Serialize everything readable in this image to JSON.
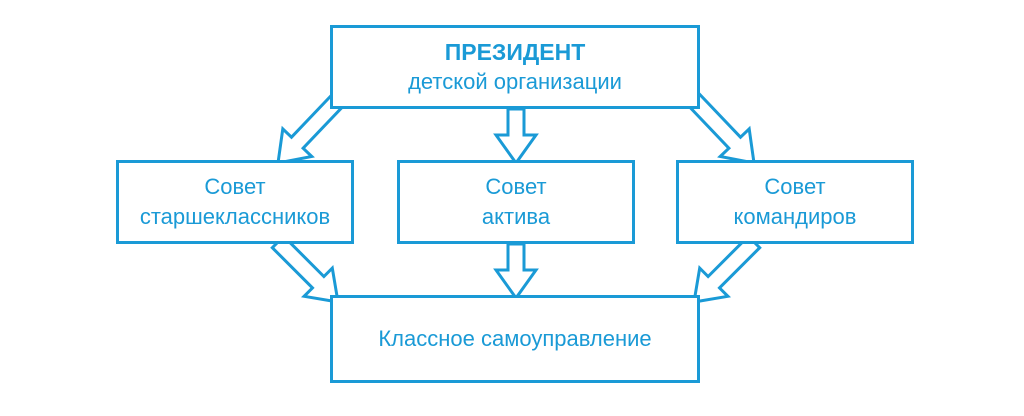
{
  "colors": {
    "accent": "#1a9ad6",
    "background": "#ffffff"
  },
  "nodes": {
    "president": {
      "line1": "ПРЕЗИДЕНТ",
      "line2": "детской организации"
    },
    "senior_council": {
      "line1": "Совет",
      "line2": "старшеклассников"
    },
    "active_council": {
      "line1": "Совет",
      "line2": "актива"
    },
    "commanders_council": {
      "line1": "Совет",
      "line2": "командиров"
    },
    "class_self_government": {
      "label": "Классное самоуправление"
    }
  },
  "edges": [
    {
      "from": "president",
      "to": "senior_council"
    },
    {
      "from": "president",
      "to": "active_council"
    },
    {
      "from": "president",
      "to": "commanders_council"
    },
    {
      "from": "senior_council",
      "to": "class_self_government"
    },
    {
      "from": "active_council",
      "to": "class_self_government"
    },
    {
      "from": "commanders_council",
      "to": "class_self_government"
    }
  ]
}
